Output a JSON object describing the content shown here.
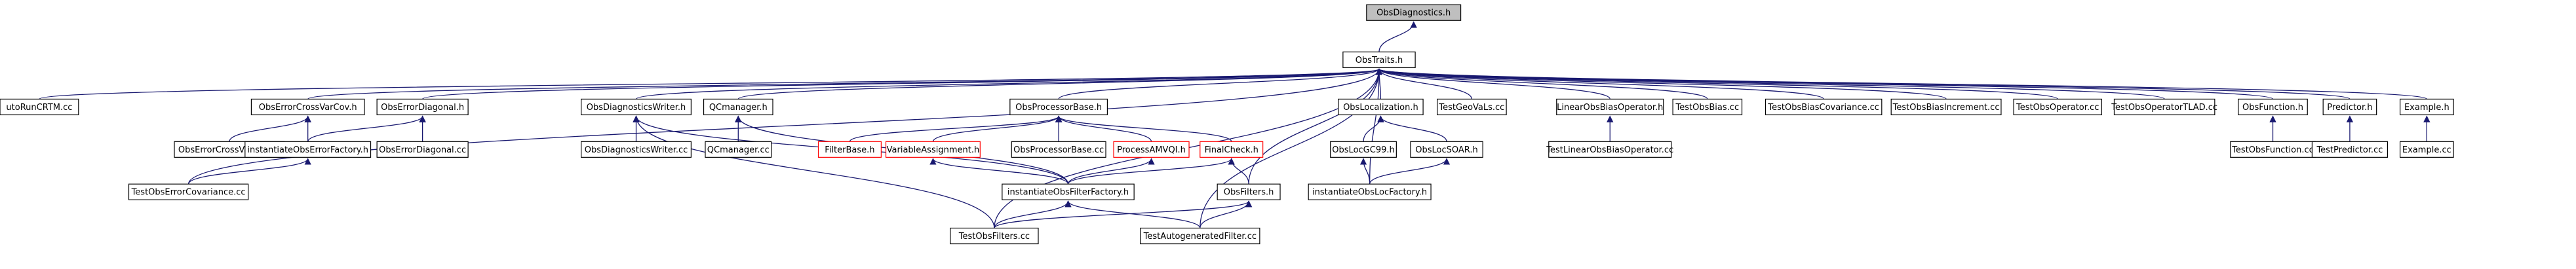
{
  "diagram": {
    "nodes": [
      {
        "id": "obsdiag_h",
        "label": "ObsDiagnostics.h",
        "style": "root"
      },
      {
        "id": "obstraits_h",
        "label": "ObsTraits.h",
        "style": "normal"
      },
      {
        "id": "tocrtm_cc",
        "label": "utoRunCRTM.cc",
        "style": "normal"
      },
      {
        "id": "oecvc_h",
        "label": "ObsErrorCrossVarCov.h",
        "style": "normal"
      },
      {
        "id": "oediag_h",
        "label": "ObsErrorDiagonal.h",
        "style": "normal"
      },
      {
        "id": "odw_h",
        "label": "ObsDiagnosticsWriter.h",
        "style": "normal"
      },
      {
        "id": "qcm_h",
        "label": "QCmanager.h",
        "style": "normal"
      },
      {
        "id": "opb_h",
        "label": "ObsProcessorBase.h",
        "style": "normal"
      },
      {
        "id": "oloc_h",
        "label": "ObsLocalization.h",
        "style": "normal"
      },
      {
        "id": "tgeovals_cc",
        "label": "TestGeoVaLs.cc",
        "style": "normal"
      },
      {
        "id": "lobo_h",
        "label": "LinearObsBiasOperator.h",
        "style": "normal"
      },
      {
        "id": "tobias_cc",
        "label": "TestObsBias.cc",
        "style": "normal"
      },
      {
        "id": "tobcov_cc",
        "label": "TestObsBiasCovariance.cc",
        "style": "normal"
      },
      {
        "id": "tobinc_cc",
        "label": "TestObsBiasIncrement.cc",
        "style": "normal"
      },
      {
        "id": "toop_cc",
        "label": "TestObsOperator.cc",
        "style": "normal"
      },
      {
        "id": "tooptlad_cc",
        "label": "TestObsOperatorTLAD.cc",
        "style": "normal"
      },
      {
        "id": "ofunc_h",
        "label": "ObsFunction.h",
        "style": "normal"
      },
      {
        "id": "pred_h",
        "label": "Predictor.h",
        "style": "normal"
      },
      {
        "id": "example_h",
        "label": "Example.h",
        "style": "normal"
      },
      {
        "id": "oecvc_cc",
        "label": "ObsErrorCrossVarCov.cc",
        "style": "normal"
      },
      {
        "id": "ioef_h",
        "label": "instantiateObsErrorFactory.h",
        "style": "normal"
      },
      {
        "id": "oediag_cc",
        "label": "ObsErrorDiagonal.cc",
        "style": "normal"
      },
      {
        "id": "odw_cc",
        "label": "ObsDiagnosticsWriter.cc",
        "style": "normal"
      },
      {
        "id": "qcm_cc",
        "label": "QCmanager.cc",
        "style": "normal"
      },
      {
        "id": "fbase_h",
        "label": "FilterBase.h",
        "style": "warn"
      },
      {
        "id": "varasg_h",
        "label": "VariableAssignment.h",
        "style": "warn"
      },
      {
        "id": "opb_cc",
        "label": "ObsProcessorBase.cc",
        "style": "normal"
      },
      {
        "id": "pamvqi_h",
        "label": "ProcessAMVQI.h",
        "style": "warn"
      },
      {
        "id": "fcheck_h",
        "label": "FinalCheck.h",
        "style": "warn"
      },
      {
        "id": "olgc99_h",
        "label": "ObsLocGC99.h",
        "style": "normal"
      },
      {
        "id": "olsoar_h",
        "label": "ObsLocSOAR.h",
        "style": "normal"
      },
      {
        "id": "tlobo_cc",
        "label": "TestLinearObsBiasOperator.cc",
        "style": "normal"
      },
      {
        "id": "tofunc_cc",
        "label": "TestObsFunction.cc",
        "style": "normal"
      },
      {
        "id": "tpred_cc",
        "label": "TestPredictor.cc",
        "style": "normal"
      },
      {
        "id": "example_cc",
        "label": "Example.cc",
        "style": "normal"
      },
      {
        "id": "toecov_cc",
        "label": "TestObsErrorCovariance.cc",
        "style": "normal"
      },
      {
        "id": "ioff_h",
        "label": "instantiateObsFilterFactory.h",
        "style": "normal"
      },
      {
        "id": "ofilters_h",
        "label": "ObsFilters.h",
        "style": "normal"
      },
      {
        "id": "iolf_h",
        "label": "instantiateObsLocFactory.h",
        "style": "normal"
      },
      {
        "id": "tofilters_cc",
        "label": "TestObsFilters.cc",
        "style": "normal"
      },
      {
        "id": "tagf_cc",
        "label": "TestAutogeneratedFilter.cc",
        "style": "normal"
      }
    ],
    "edges": [
      [
        "obstraits_h",
        "obsdiag_h"
      ],
      [
        "tocrtm_cc",
        "obstraits_h"
      ],
      [
        "oecvc_h",
        "obstraits_h"
      ],
      [
        "oediag_h",
        "obstraits_h"
      ],
      [
        "odw_h",
        "obstraits_h"
      ],
      [
        "qcm_h",
        "obstraits_h"
      ],
      [
        "opb_h",
        "obstraits_h"
      ],
      [
        "oloc_h",
        "obstraits_h"
      ],
      [
        "tgeovals_cc",
        "obstraits_h"
      ],
      [
        "lobo_h",
        "obstraits_h"
      ],
      [
        "tobias_cc",
        "obstraits_h"
      ],
      [
        "tobcov_cc",
        "obstraits_h"
      ],
      [
        "tobinc_cc",
        "obstraits_h"
      ],
      [
        "toop_cc",
        "obstraits_h"
      ],
      [
        "tooptlad_cc",
        "obstraits_h"
      ],
      [
        "ofunc_h",
        "obstraits_h"
      ],
      [
        "pred_h",
        "obstraits_h"
      ],
      [
        "example_h",
        "obstraits_h"
      ],
      [
        "toecov_cc",
        "obstraits_h"
      ],
      [
        "ofilters_h",
        "obstraits_h"
      ],
      [
        "tofilters_cc",
        "obstraits_h"
      ],
      [
        "tagf_cc",
        "obstraits_h"
      ],
      [
        "iolf_h",
        "obstraits_h"
      ],
      [
        "oecvc_cc",
        "oecvc_h"
      ],
      [
        "ioef_h",
        "oecvc_h"
      ],
      [
        "ioef_h",
        "oediag_h"
      ],
      [
        "oediag_cc",
        "oediag_h"
      ],
      [
        "toecov_cc",
        "ioef_h"
      ],
      [
        "odw_cc",
        "odw_h"
      ],
      [
        "ioff_h",
        "odw_h"
      ],
      [
        "qcm_cc",
        "qcm_h"
      ],
      [
        "ioff_h",
        "qcm_h"
      ],
      [
        "fbase_h",
        "opb_h"
      ],
      [
        "varasg_h",
        "opb_h"
      ],
      [
        "opb_cc",
        "opb_h"
      ],
      [
        "pamvqi_h",
        "opb_h"
      ],
      [
        "fcheck_h",
        "opb_h"
      ],
      [
        "ioff_h",
        "varasg_h"
      ],
      [
        "ioff_h",
        "pamvqi_h"
      ],
      [
        "ioff_h",
        "fcheck_h"
      ],
      [
        "ofilters_h",
        "fcheck_h"
      ],
      [
        "olgc99_h",
        "oloc_h"
      ],
      [
        "olsoar_h",
        "oloc_h"
      ],
      [
        "iolf_h",
        "olgc99_h"
      ],
      [
        "iolf_h",
        "olsoar_h"
      ],
      [
        "tlobo_cc",
        "lobo_h"
      ],
      [
        "tofunc_cc",
        "ofunc_h"
      ],
      [
        "tpred_cc",
        "pred_h"
      ],
      [
        "example_cc",
        "example_h"
      ],
      [
        "tofilters_cc",
        "iofff_h_placeholder"
      ],
      [
        "tofilters_cc",
        "iofff_h"
      ],
      [
        "tofilters_cc",
        "ofilters_h"
      ],
      [
        "tofilters_cc",
        "odw_h"
      ],
      [
        "tagf_cc",
        "iofff_h"
      ],
      [
        "tagf_cc",
        "ofilters_h"
      ],
      [
        "tofilters_cc",
        "iofff"
      ],
      [
        "tofilters_cc",
        "iofff_h2"
      ]
    ]
  }
}
